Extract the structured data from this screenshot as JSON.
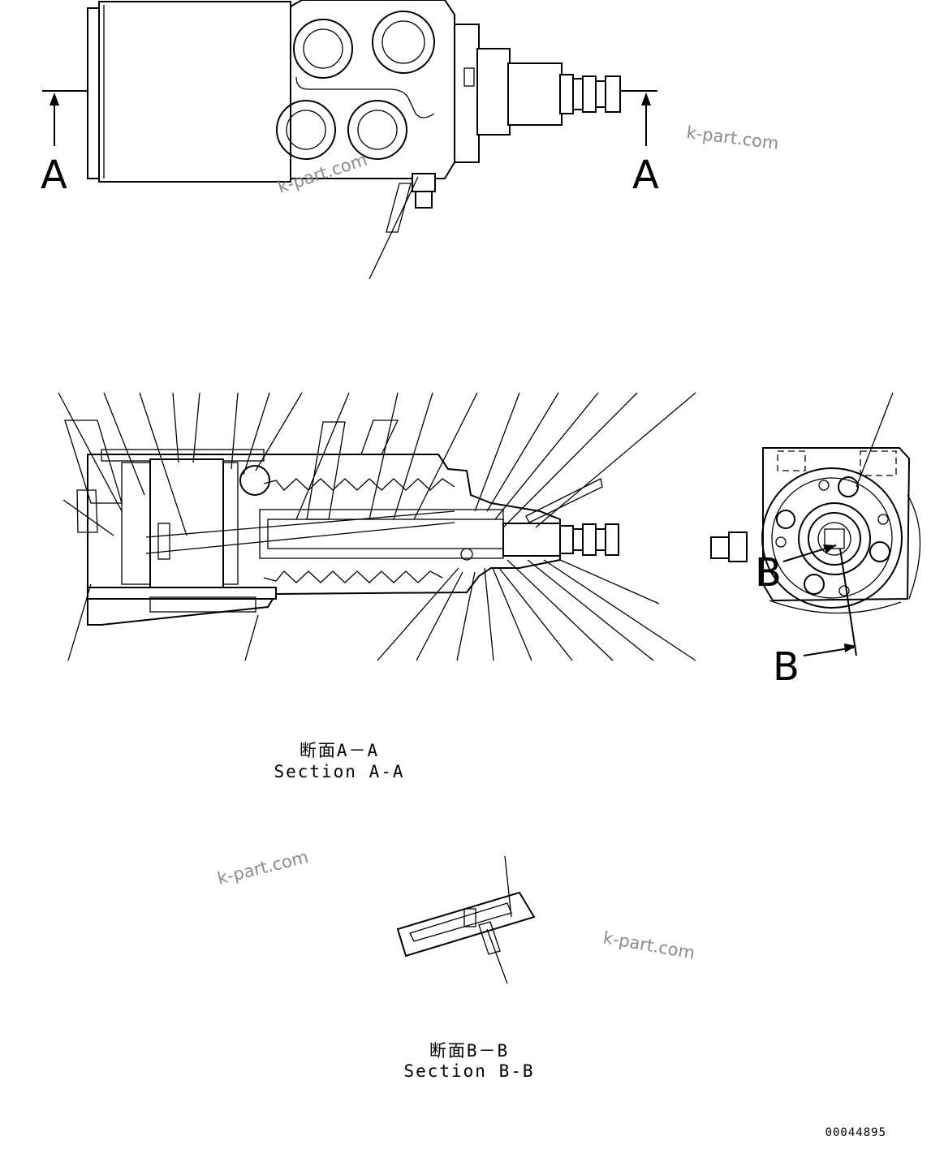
{
  "section_marks": {
    "a_left": "A",
    "a_right": "A",
    "b_left": "B",
    "b_bottom": "B"
  },
  "captions": {
    "section_aa_jp": "断面A－A",
    "section_aa_en": "Section A-A",
    "section_bb_jp": "断面B－B",
    "section_bb_en": "Section B-B"
  },
  "watermark": "k-part.com",
  "drawing_number": "00044895"
}
